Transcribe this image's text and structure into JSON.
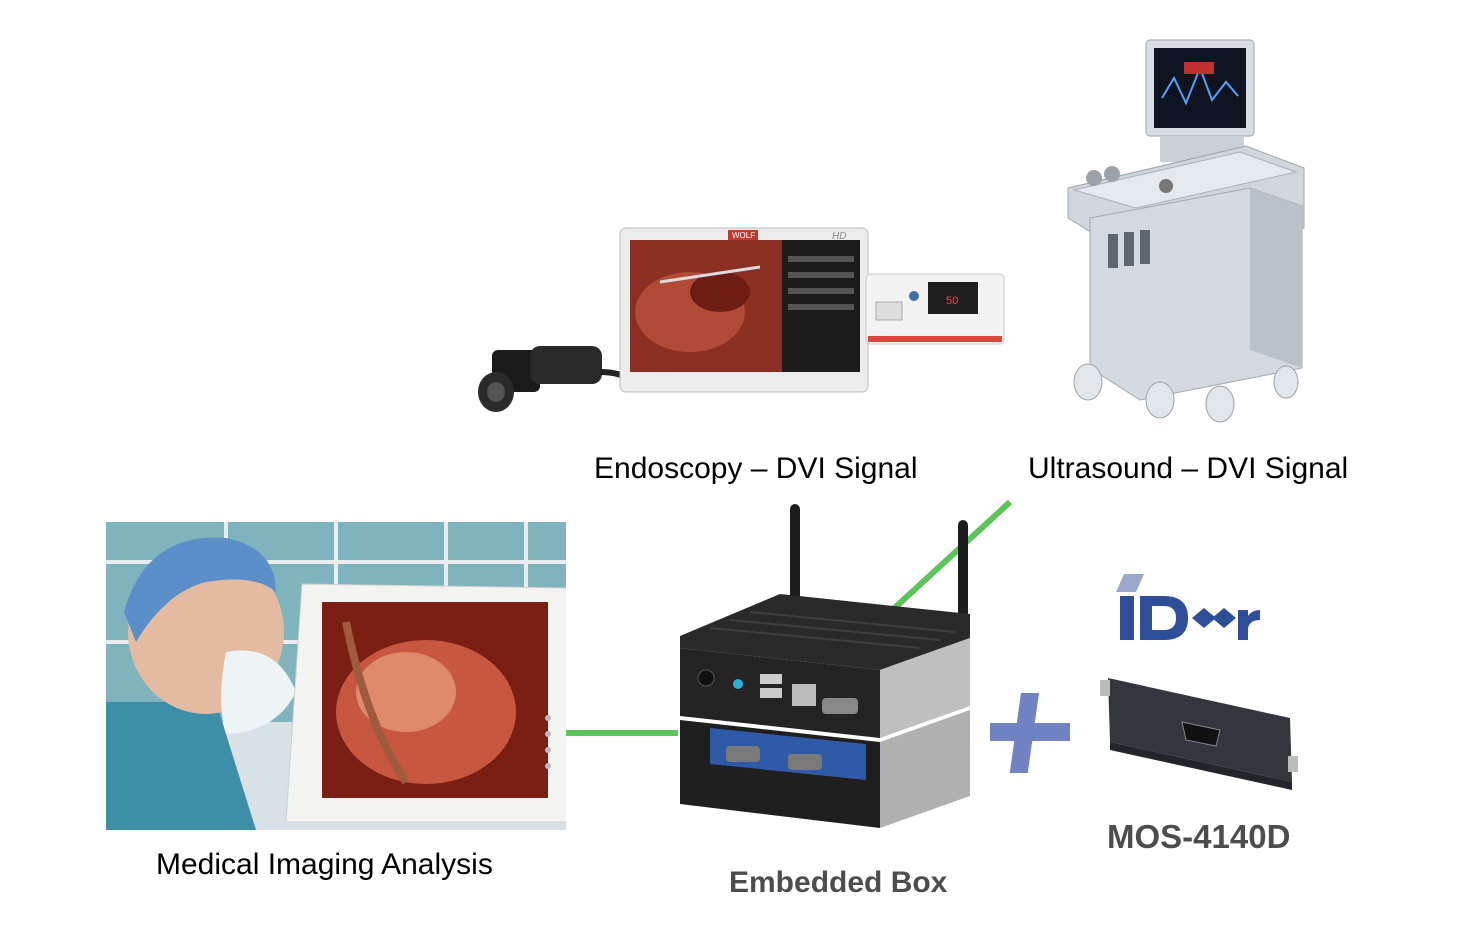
{
  "labels": {
    "endoscopy": "Endoscopy – DVI Signal",
    "ultrasound": "Ultrasound – DVI Signal",
    "medical_imaging": "Medical Imaging Analysis",
    "embedded_box": "Embedded Box",
    "module": "MOS-4140D"
  },
  "logo_text": "iDoor",
  "monitor_brand": "WOLF",
  "monitor_badge": "HD",
  "device_display_value": "50",
  "colors": {
    "connector_line": "#5cc55a",
    "plus_sign": "#6f83c2",
    "logo_blue": "#2f4e9a",
    "label_gray": "#4d4d4f"
  }
}
